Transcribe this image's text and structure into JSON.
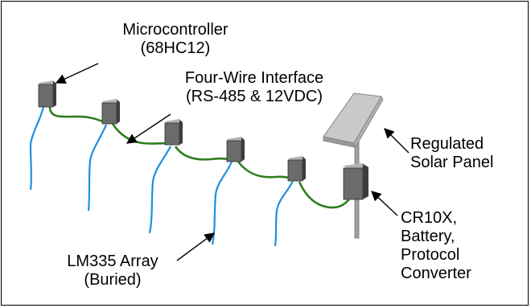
{
  "labels": {
    "microcontroller": {
      "line1": "Microcontroller",
      "line2": "(68HC12)"
    },
    "interface": {
      "line1": "Four-Wire Interface",
      "line2": "(RS-485 & 12VDC)"
    },
    "solar": {
      "line1": "Regulated",
      "line2": "Solar Panel"
    },
    "logger": {
      "line1": "CR10X,",
      "line2": "Battery,",
      "line3": "Protocol",
      "line4": "Converter"
    },
    "array": {
      "line1": "LM335 Array",
      "line2": "(Buried)"
    }
  },
  "colors": {
    "box_face": "#6b6b6b",
    "box_top": "#b4b4b4",
    "box_side": "#3c3c3c",
    "bus_wire": "#2e7d1e",
    "sensor_cable": "#1e90e0",
    "panel": "#c9c9c9",
    "pole": "#a0a0a0"
  }
}
